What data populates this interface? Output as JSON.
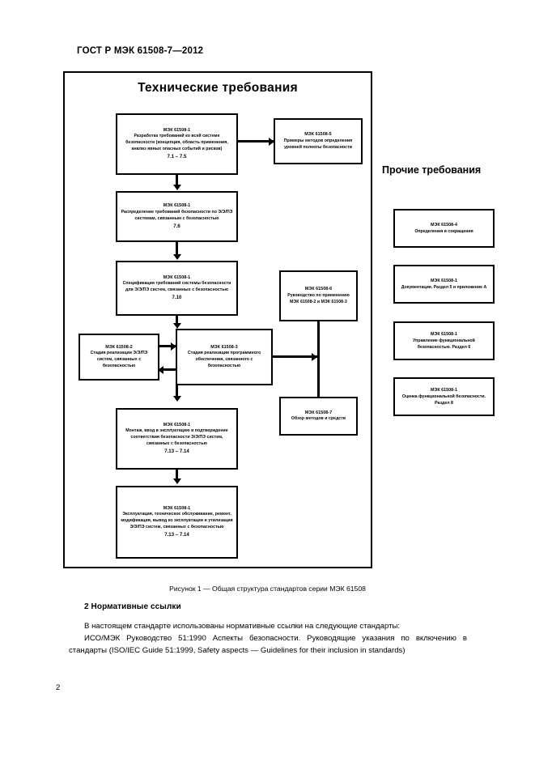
{
  "document": {
    "header": "ГОСТ Р МЭК 61508-7—2012",
    "page_number": "2"
  },
  "figure": {
    "title": "Технические требования",
    "caption": "Рисунок 1 — Общая структура стандартов серии МЭК 61508",
    "boxes": {
      "b1": {
        "ref": "МЭК 61508-1",
        "body": "Разработка требований ко всей системе безопасности (концепция, область применения, анализ явных опасных событий и рисков)",
        "clause": "7.1 – 7.5"
      },
      "b2": {
        "ref": "МЭК 61508-5",
        "body": "Примеры методов определения уровней полноты безопасности",
        "clause": ""
      },
      "b3": {
        "ref": "МЭК 61508-1",
        "body": "Распределение требований безопасности по Э/Э/ПЭ системам, связанным с безопасностью",
        "clause": "7.6"
      },
      "b4": {
        "ref": "МЭК 61508-1",
        "body": "Спецификация требований системы безопасности для Э/Э/ПЭ систем, связанных с безопасностью",
        "clause": "7.10"
      },
      "b5": {
        "ref": "МЭК 61508-6",
        "body": "Руководство по применению МЭК 61508-2 и МЭК 61508-3",
        "clause": ""
      },
      "b6": {
        "ref": "МЭК 61508-2",
        "body": "Стадия реализации Э/Э/ПЭ систем, связанных с безопасностью",
        "clause": ""
      },
      "b7": {
        "ref": "МЭК 61508-3",
        "body": "Стадия реализации программного обеспечения, связанного с безопасностью",
        "clause": ""
      },
      "b8": {
        "ref": "МЭК 61508-7",
        "body": "Обзор методов и средств",
        "clause": ""
      },
      "b9": {
        "ref": "МЭК 61508-1",
        "body": "Монтаж, ввод в эксплуатацию и подтверждение соответствия безопасности Э/Э/ПЭ систем, связанных с безопасностью",
        "clause": "7.13 – 7.14"
      },
      "b10": {
        "ref": "МЭК 61508-1",
        "body": "Эксплуатация, техническое обслуживание, ремонт, модификация, вывод из эксплуатации и утилизация Э/Э/ПЭ систем, связанных с безопасностью",
        "clause": "7.13 – 7.14"
      }
    }
  },
  "other_requirements": {
    "title": "Прочие требования",
    "boxes": {
      "r1": {
        "ref": "МЭК 61508-4",
        "body": "Определения и сокращения"
      },
      "r2": {
        "ref": "МЭК 61508-1",
        "body": "Документация. Раздел 5 и приложение А"
      },
      "r3": {
        "ref": "МЭК 61508-1",
        "body": "Управление функциональной безопасностью. Раздел 6"
      },
      "r4": {
        "ref": "МЭК 61508-1",
        "body": "Оценка функциональной безопасности. Раздел 8"
      }
    }
  },
  "section": {
    "heading": "2  Нормативные ссылки",
    "paragraph_1": "В настоящем стандарте использованы нормативные ссылки на следующие стандарты:",
    "paragraph_2": "ИСО/МЭК Руководство 51:1990 Аспекты безопасности. Руководящие указания по включению в стандарты (ISO/IEC Guide 51:1999, Safety aspects — Guidelines for their inclusion in standards)"
  }
}
